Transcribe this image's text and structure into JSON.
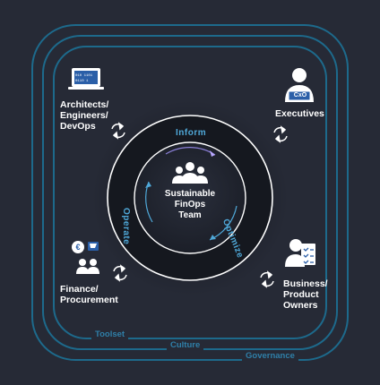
{
  "center": {
    "line1": "Sustainable",
    "line2": "FinOps",
    "line3": "Team"
  },
  "cycle": {
    "top": "Inform",
    "right": "Optimize",
    "left": "Operate"
  },
  "personas": {
    "architects": {
      "line1": "Architects/",
      "line2": "Engineers/",
      "line3": "DevOps"
    },
    "executives": {
      "line1": "Executives",
      "badge": "CxO"
    },
    "finance": {
      "line1": "Finance/",
      "line2": "Procurement",
      "badge": "€"
    },
    "business": {
      "line1": "Business/",
      "line2": "Product",
      "line3": "Owners"
    }
  },
  "frames": {
    "inner": "Toolset",
    "middle": "Culture",
    "outer": "Governance"
  },
  "colors": {
    "background": "#262a36",
    "frame": "#1d6a8c",
    "ring_text": "#4fa8d8",
    "accent": "#4fa8d8",
    "icon": "#ffffff"
  }
}
